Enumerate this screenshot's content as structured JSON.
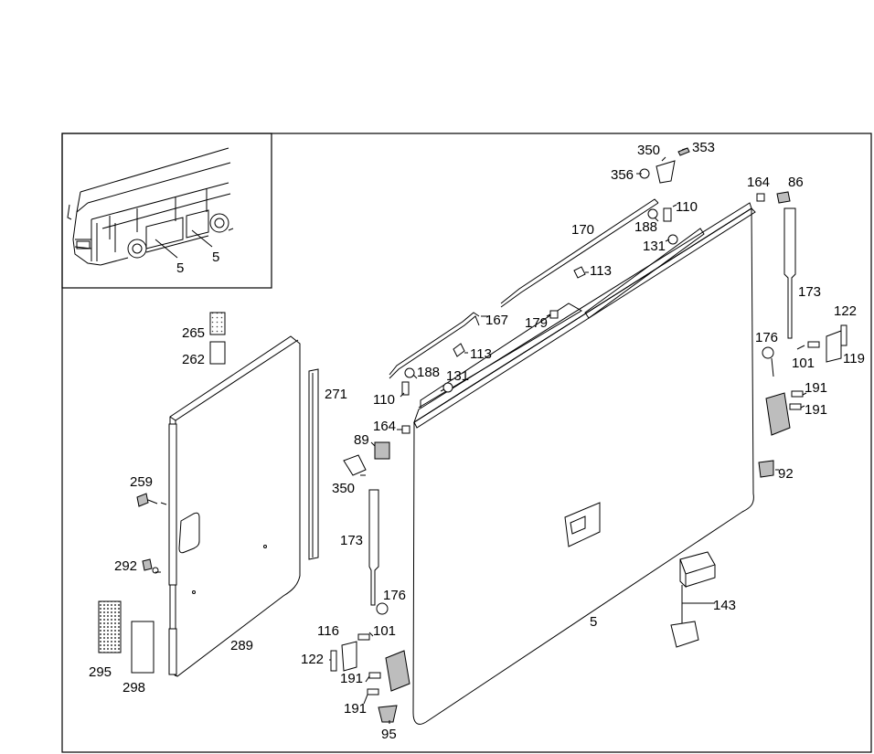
{
  "inset": {
    "callouts": [
      "5",
      "5"
    ]
  },
  "parts": {
    "p5": "5",
    "p86": "86",
    "p89": "89",
    "p92": "92",
    "p95": "95",
    "p101a": "101",
    "p101b": "101",
    "p110a": "110",
    "p110b": "110",
    "p113a": "113",
    "p113b": "113",
    "p116": "116",
    "p119": "119",
    "p122a": "122",
    "p122b": "122",
    "p131a": "131",
    "p131b": "131",
    "p143": "143",
    "p164a": "164",
    "p164b": "164",
    "p167": "167",
    "p170": "170",
    "p173a": "173",
    "p173b": "173",
    "p176a": "176",
    "p176b": "176",
    "p179": "179",
    "p188a": "188",
    "p188b": "188",
    "p191a": "191",
    "p191b": "191",
    "p191c": "191",
    "p191d": "191",
    "p259": "259",
    "p262": "262",
    "p265": "265",
    "p271": "271",
    "p289": "289",
    "p292": "292",
    "p295": "295",
    "p298": "298",
    "p350a": "350",
    "p350b": "350",
    "p353": "353",
    "p356": "356"
  }
}
